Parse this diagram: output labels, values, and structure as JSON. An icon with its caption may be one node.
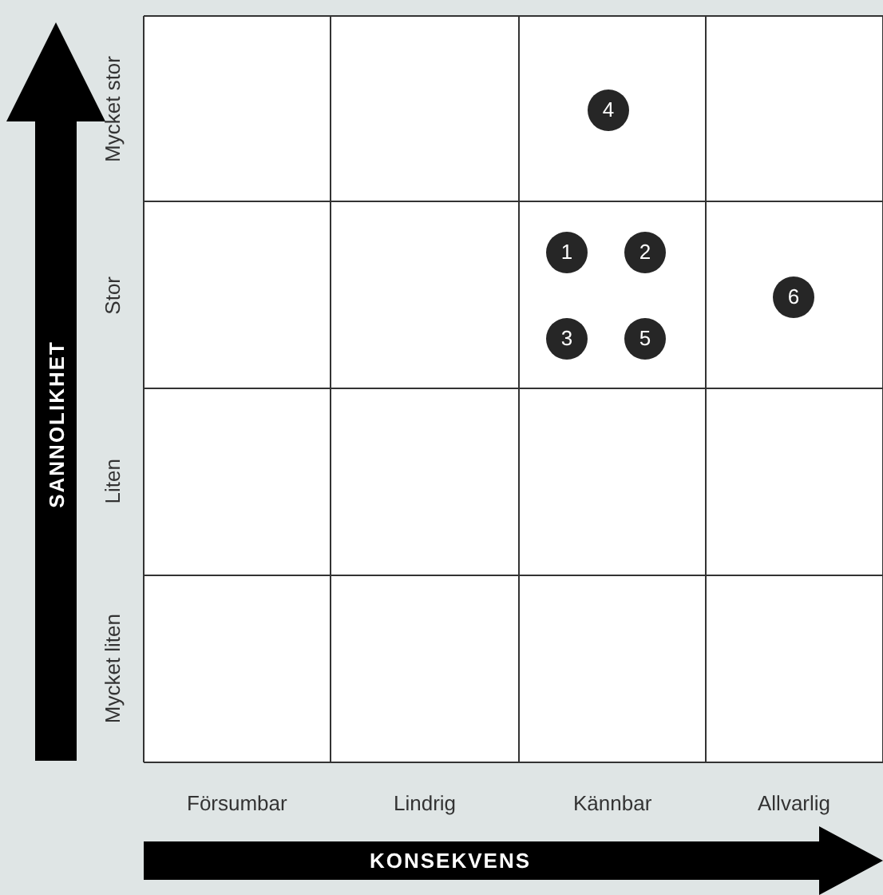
{
  "diagram": {
    "nodes": [
      {
        "text": [
          "SANNOLIKHET"
        ]
      },
      {
        "text": [
          "4"
        ]
      },
      {
        "text": [
          "1"
        ]
      },
      {
        "text": [
          "2"
        ]
      },
      {
        "text": [
          "6"
        ]
      },
      {
        "text": [
          "3"
        ]
      },
      {
        "text": [
          "5"
        ]
      },
      {
        "text": [
          "KONSEKVENS"
        ]
      }
    ],
    "edges": [],
    "labels": [
      "Mycket stor",
      "Stor",
      "Liten",
      "Mycket liten",
      "Försumbar",
      "Lindrig",
      "Kännbar",
      "Allvarlig"
    ]
  }
}
